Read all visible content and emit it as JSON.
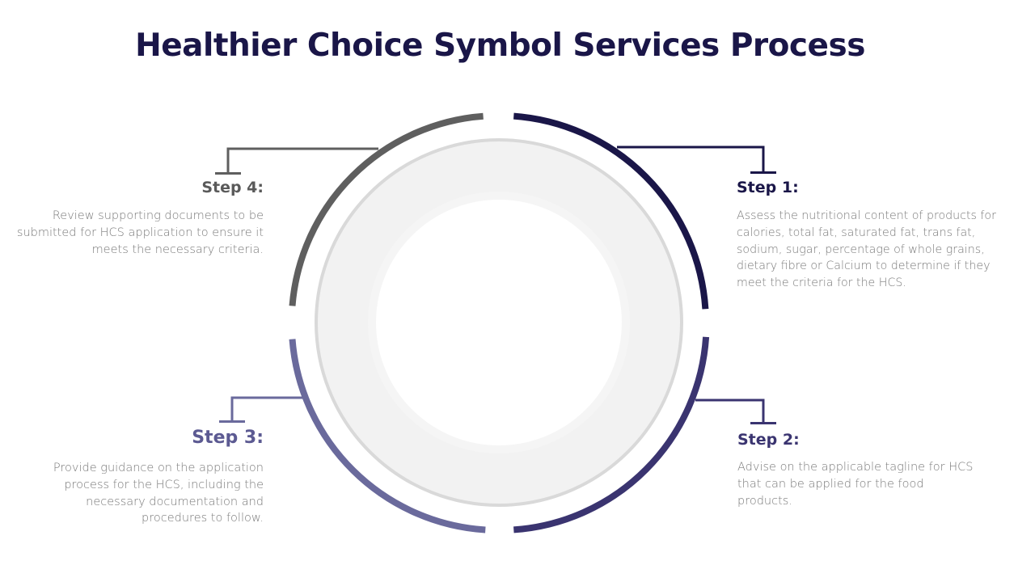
{
  "title": "Healthier Choice Symbol Services Process",
  "colors": {
    "title": "#1a1648",
    "step1": "#1a1648",
    "step2": "#3a3470",
    "step3": "#6a6a9c",
    "step4": "#5f5f5f",
    "ring_fill": "#f2f2f2",
    "ring_stroke": "#d9d9d9",
    "inner_ring": "#f5f5f5",
    "description_text": "#7a7a7a"
  },
  "steps": [
    {
      "title": "Step 1:",
      "description": "Assess the nutritional content of products for calories, total fat, saturated fat, trans fat, sodium, sugar, percentage of whole grains, dietary fibre or Calcium to determine if they meet the criteria for the HCS."
    },
    {
      "title": "Step 2:",
      "description": "Advise on the applicable tagline for HCS that can be applied for the food products."
    },
    {
      "title": "Step 3:",
      "description": "Provide guidance on the application process for the HCS, including the necessary documentation and procedures to follow."
    },
    {
      "title": "Step 4:",
      "description": "Review supporting documents to be submitted for HCS application to ensure it meets the necessary criteria."
    }
  ]
}
